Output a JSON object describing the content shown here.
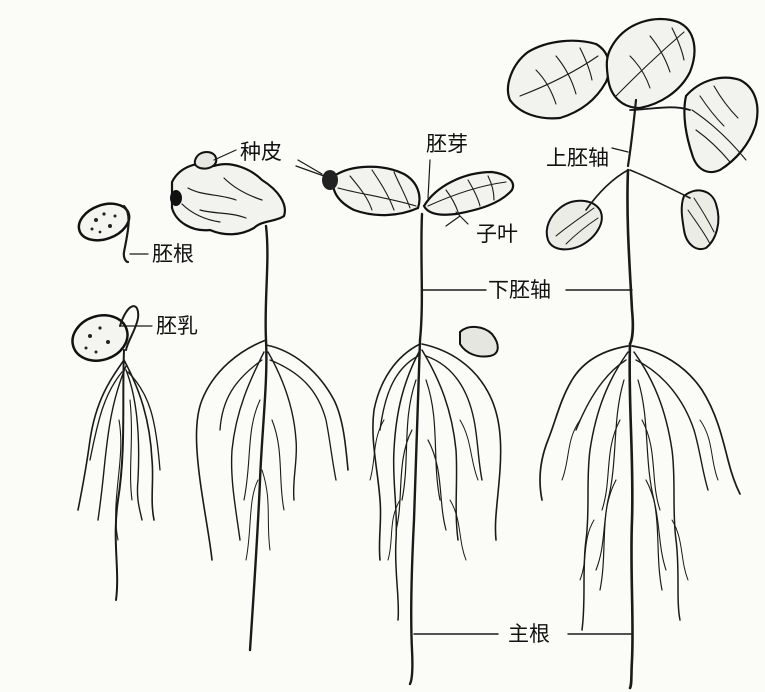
{
  "labels": {
    "radicle": "胚根",
    "endosperm": "胚乳",
    "seed_coat": "种皮",
    "plumule": "胚芽",
    "cotyledon": "子叶",
    "epicotyl": "上胚轴",
    "hypocotyl": "下胚轴",
    "main_root": "主根"
  }
}
